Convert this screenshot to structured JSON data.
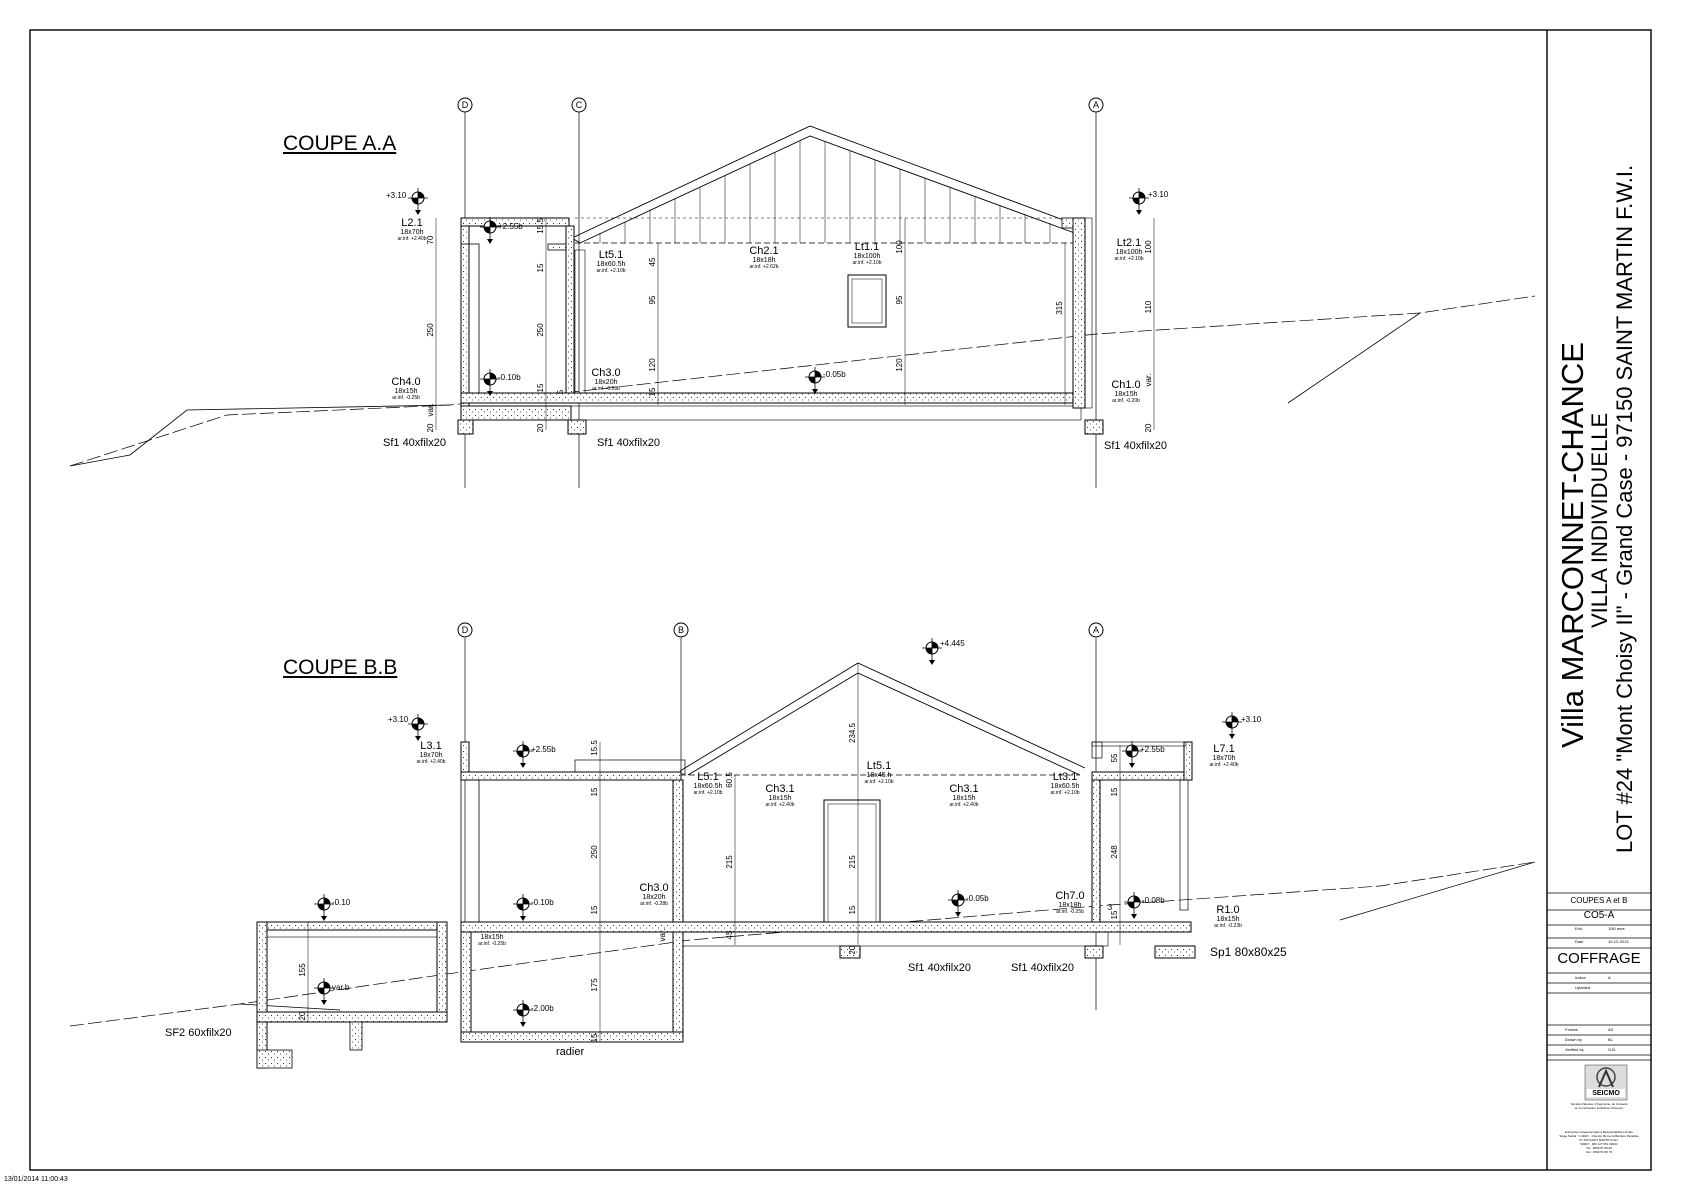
{
  "sheet": {
    "timestamp": "13/01/2014 11:00:43"
  },
  "coupe_a": {
    "title": "COUPE A.A",
    "axes": [
      "D",
      "C",
      "A"
    ],
    "levels": {
      "top_left": "+3.10",
      "top_right": "+3.10",
      "l1": "+2.55b",
      "l2": "-0.10b",
      "l3": "-0.05b"
    },
    "beams": [
      {
        "name": "L2.1",
        "size": "18x70h",
        "note": "ar.inf. +2.40b"
      },
      {
        "name": "Lt5.1",
        "size": "18x60.5h",
        "note": "ar.inf. +2.10b"
      },
      {
        "name": "Ch2.1",
        "size": "18x18h",
        "note": "ar.inf. +2.62b"
      },
      {
        "name": "Lt1.1",
        "size": "18x100h",
        "note": "ar.inf. +2.10b"
      },
      {
        "name": "Lt2.1",
        "size": "18x100h",
        "note": "ar.inf. +2.10b"
      },
      {
        "name": "Ch4.0",
        "size": "18x15h",
        "note": "ar.inf. -0.25b"
      },
      {
        "name": "Ch3.0",
        "size": "18x20h",
        "note": "ar.inf. -0.28b"
      },
      {
        "name": "Ch1.0",
        "size": "18x15h",
        "note": "ar.inf. -0.20b"
      }
    ],
    "footings": [
      "Sf1 40xfilx20",
      "Sf1 40xfilx20",
      "Sf1 40xfilx20"
    ],
    "dims": [
      "70",
      "15.5",
      "15",
      "250",
      "250",
      "45",
      "95",
      "120",
      "15",
      "5",
      "15",
      "100",
      "95",
      "120",
      "315",
      "100",
      "110",
      "var.",
      "20",
      "20",
      "20",
      "var."
    ]
  },
  "coupe_b": {
    "title": "COUPE B.B",
    "axes": [
      "D",
      "B",
      "A"
    ],
    "levels": {
      "top_left": "+3.10",
      "top_right": "+3.10",
      "ridge": "+4.445",
      "l1": "+2.55b",
      "l2": "+2.55b",
      "l3": "-0.10",
      "l4": "-0.10b",
      "l5": "-0.05b",
      "l6": "-0.08b",
      "l7": "var.b",
      "l8": "-2.00b"
    },
    "beams": [
      {
        "name": "L3.1",
        "size": "18x70h",
        "note": "ar.inf. +2.40b"
      },
      {
        "name": "L5.1",
        "size": "18x60.5h",
        "note": "ar.inf. +2.10b"
      },
      {
        "name": "Ch3.1",
        "size": "18x15h",
        "note": "ar.inf. +2.40b"
      },
      {
        "name": "Lt5.1",
        "size": "18x45.h",
        "note": "ar.inf. +2.10b"
      },
      {
        "name": "Ch3.1",
        "size": "18x15h",
        "note": "ar.inf. +2.40b"
      },
      {
        "name": "Lt3.1",
        "size": "18x60.5h",
        "note": "ar.inf. +2.10b"
      },
      {
        "name": "L7.1",
        "size": "18x70h",
        "note": "ar.inf. +2.40b"
      },
      {
        "name": "Ch3.0",
        "size": "18x20h",
        "note": "ar.inf. -0.28b"
      },
      {
        "name": "Ch7.0",
        "size": "18x18h",
        "note": "ar.inf. -0.25b"
      },
      {
        "name": "R1.0",
        "size": "18x15h",
        "note": "ar.inf. -0.23b"
      },
      {
        "name": "",
        "size": "18x15h",
        "note": "ar.inf. -0.25b"
      }
    ],
    "footings": [
      "Sf1 40xfilx20",
      "Sf1 40xfilx20",
      "Sp1 80x80x25",
      "SF2 60xfilx20"
    ],
    "radier": "radier",
    "dims": [
      "15.5",
      "60.5",
      "234.5",
      "15",
      "250",
      "215",
      "215",
      "15",
      "248",
      "15",
      "55",
      "15",
      "15",
      "45",
      "20",
      "155",
      "20",
      "175",
      "15",
      "3",
      "var."
    ]
  },
  "cartouche": {
    "project_title": "Villa MARCONNET-CHANCE",
    "project_sub": "VILLA INDIVIDUELLE",
    "project_lot": "LOT #24 \"Mont Choisy II\" - Grand Case - 97150 SAINT MARTIN F.W.I.",
    "sheet_title": "COUPES A et B",
    "sheet_code": "CO5-A",
    "ech_label": "Ech.",
    "ech_value": "1/50 ème",
    "date_label": "Date",
    "date_value": "10-12-2013",
    "lot_name": "COFFRAGE",
    "indice_label": "Indice",
    "indice_value": "A",
    "updated_label": "Updated",
    "format_label": "Format",
    "format_value": "A3",
    "drawn_label": "Drawn by",
    "drawn_value": "BL",
    "verified_label": "Verified by",
    "verified_value": "G.B.",
    "logo_text": "SEICMO",
    "company_line1": "Société d'Etudes, d'Ingénierie, de Conseils",
    "company_line2": "en Construction & Maîtrise d'Oeuvre",
    "address_lines": [
      "Entreprise Unipersonnelle à Responsabilité Limitée",
      "Siège Social : 'L'ARIA' - Chemin Morne la Barrière Paradise",
      "97 150 SAINT MARTIN F.W.I.",
      "SIRET : 480 127 651 00034",
      "Tél : 0590 87 80 80",
      "Cel : 0690 53 56 76"
    ]
  }
}
